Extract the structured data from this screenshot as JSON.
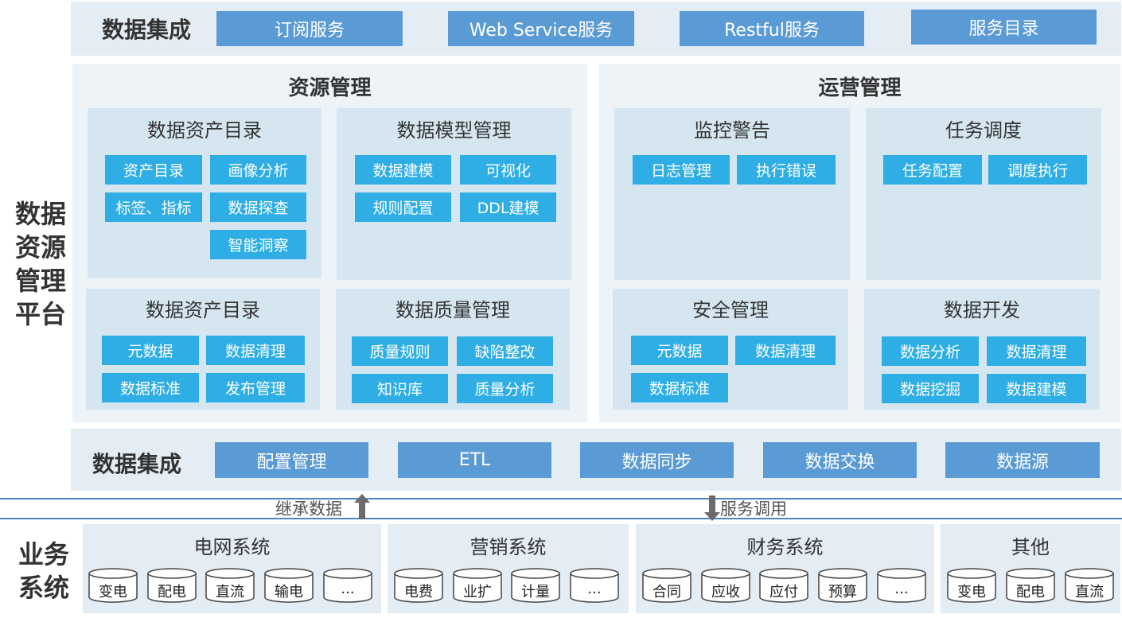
{
  "top_bar": {
    "title": "数据集成",
    "buttons": [
      "订阅服务",
      "Web Service服务",
      "Restful服务",
      "服务目录"
    ]
  },
  "side_title": [
    "数据",
    "资源",
    "管理",
    "平台"
  ],
  "resource": {
    "title": "资源管理",
    "asset1": {
      "title": "数据资产目录",
      "items": [
        "资产目录",
        "画像分析",
        "标签、指标",
        "数据探查",
        "智能洞察"
      ]
    },
    "model": {
      "title": "数据模型管理",
      "items": [
        "数据建模",
        "可视化",
        "规则配置",
        "DDL建模"
      ]
    },
    "asset2": {
      "title": "数据资产目录",
      "items": [
        "元数据",
        "数据清理",
        "数据标准",
        "发布管理"
      ]
    },
    "quality": {
      "title": "数据质量管理",
      "items": [
        "质量规则",
        "缺陷整改",
        "知识库",
        "质量分析"
      ]
    }
  },
  "ops": {
    "title": "运营管理",
    "monitor": {
      "title": "监控警告",
      "items": [
        "日志管理",
        "执行错误"
      ]
    },
    "schedule": {
      "title": "任务调度",
      "items": [
        "任务配置",
        "调度执行"
      ]
    },
    "security": {
      "title": "安全管理",
      "items": [
        "元数据",
        "数据清理",
        "数据标准"
      ]
    },
    "dev": {
      "title": "数据开发",
      "items": [
        "数据分析",
        "数据清理",
        "数据挖掘",
        "数据建模"
      ]
    }
  },
  "integration_bar": {
    "title": "数据集成",
    "buttons": [
      "配置管理",
      "ETL",
      "数据同步",
      "数据交换",
      "数据源"
    ]
  },
  "arrows": {
    "up_label": "继承数据",
    "down_label": "服务调用"
  },
  "business": {
    "title": [
      "业务",
      "系统"
    ],
    "systems": [
      {
        "name": "电网系统",
        "dbs": [
          "变电",
          "配电",
          "直流",
          "输电",
          "..."
        ]
      },
      {
        "name": "营销系统",
        "dbs": [
          "电费",
          "业扩",
          "计量",
          "..."
        ]
      },
      {
        "name": "财务系统",
        "dbs": [
          "合同",
          "应收",
          "应付",
          "预算",
          "..."
        ]
      },
      {
        "name": "其他",
        "dbs": [
          "变电",
          "配电",
          "直流"
        ]
      }
    ]
  },
  "colors": {
    "dark_button": "#5b9bd5",
    "cyan_button": "#2eaee4",
    "bar_bg": "#e4ecf4",
    "sub_bg": "#d5e6f0"
  }
}
